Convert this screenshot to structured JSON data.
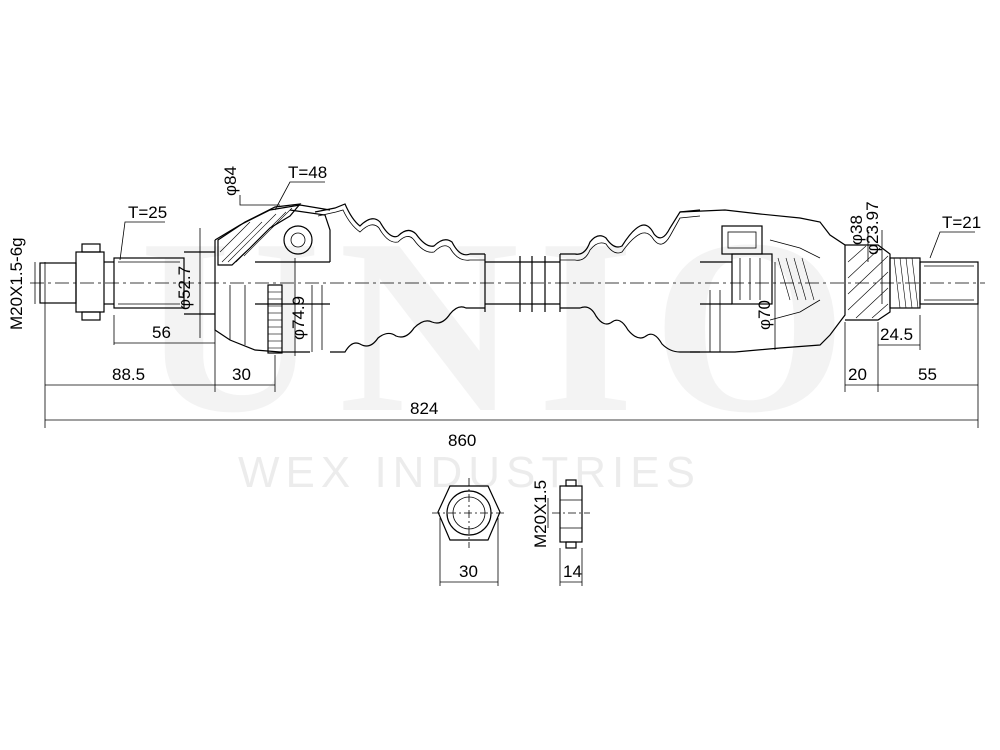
{
  "watermark": {
    "logo": "UNIO",
    "company": "WEX INDUSTRIES"
  },
  "dimensions": {
    "thread_left": "M20X1.5-6g",
    "spline_left": "T=25",
    "boot_diameter_left": "φ84",
    "teeth_left": "T=48",
    "outer_diameter": "φ52.7",
    "abs_ring_diameter": "φ74.9",
    "len_56": "56",
    "len_88_5": "88.5",
    "len_30": "30",
    "total_824": "824",
    "total_860": "860",
    "inner_diameter_38": "φ38",
    "spline_diameter": "φ23.97",
    "spline_right": "T=21",
    "joint_diameter_70": "φ70",
    "len_24_5": "24.5",
    "len_20": "20",
    "len_55": "55"
  },
  "nut": {
    "width": "30",
    "thread": "M20X1.5",
    "thickness": "14"
  }
}
